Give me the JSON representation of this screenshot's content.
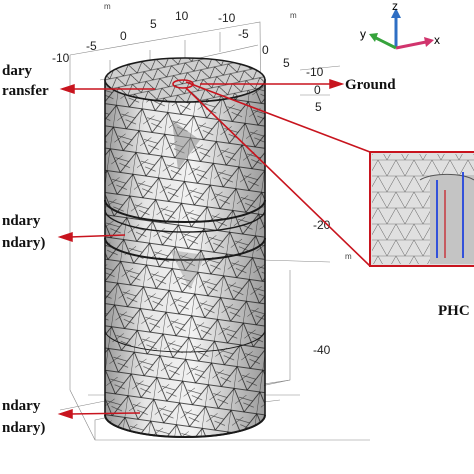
{
  "colors": {
    "arrow": "#c8141e",
    "mesh": "#1a1a1a",
    "axis_x": "#d1346d",
    "axis_y": "#36a33c",
    "axis_z": "#2f6fc4",
    "inset_border": "#c8141e",
    "electrode": "#2244dd"
  },
  "icons": {
    "orientation": "xyz-triad-icon"
  },
  "axes": {
    "unit_label": "m",
    "top_ticks": [
      "-10",
      "-5",
      "0",
      "5",
      "10"
    ],
    "right_ticks": [
      "-10",
      "0",
      "5"
    ],
    "vertical_ticks": [
      "-20",
      "-40"
    ],
    "triad": {
      "x": "x",
      "y": "y",
      "z": "z"
    }
  },
  "annotations": {
    "top_left_line1": "dary",
    "top_left_line2": "ransfer",
    "ground": "Ground",
    "middle_left_line1": "ndary",
    "middle_left_line2": "ndary)",
    "bottom_left_line1": "ndary",
    "bottom_left_line2": "ndary)",
    "inset_caption": "PHC"
  }
}
